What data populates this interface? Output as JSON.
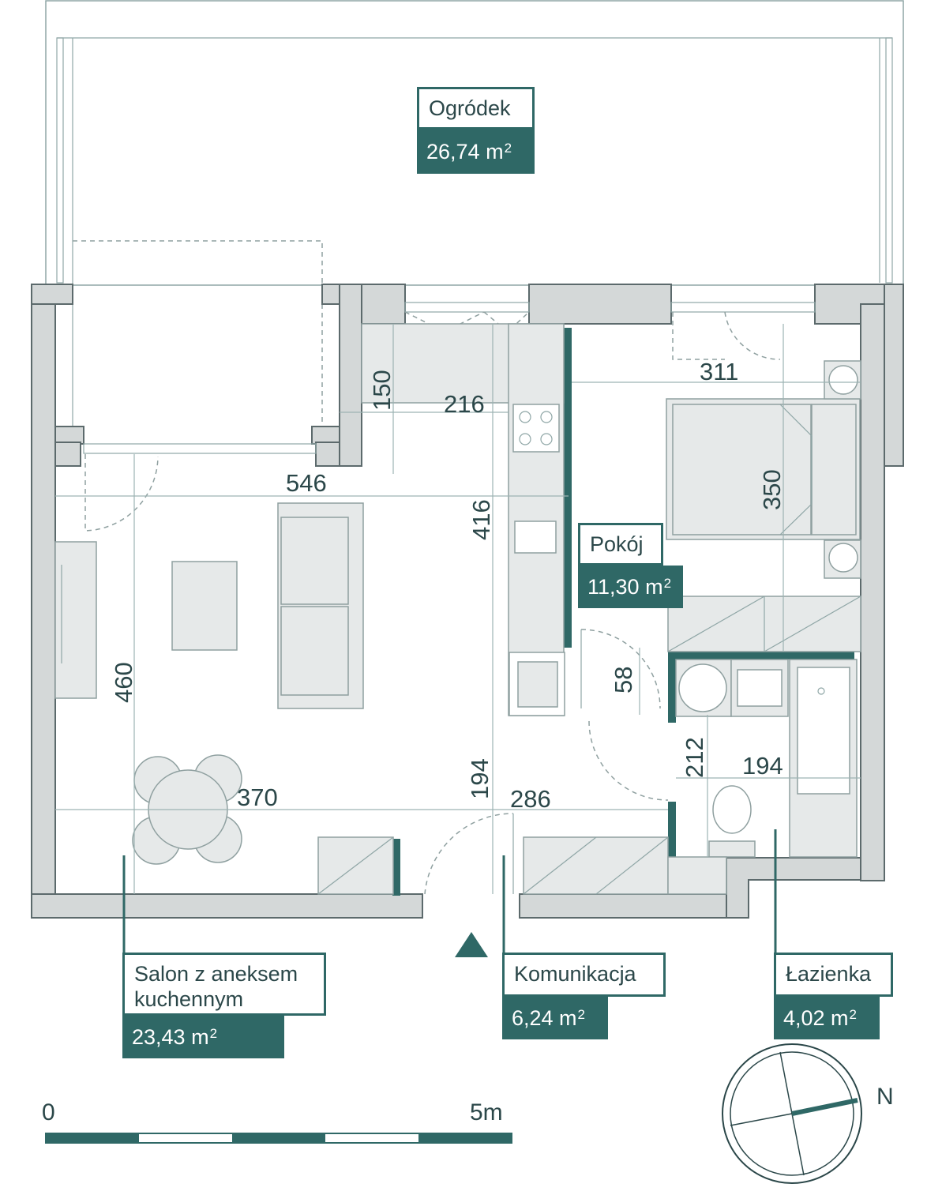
{
  "rooms": [
    {
      "id": "ogrodek",
      "name": "Ogródek",
      "area": "26,74 m",
      "unit_sup": "2"
    },
    {
      "id": "pokoj",
      "name": "Pokój",
      "area": "11,30 m",
      "unit_sup": "2"
    },
    {
      "id": "salon",
      "name": "Salon z aneksem",
      "name_line2": "kuchennym",
      "area": "23,43 m",
      "unit_sup": "2"
    },
    {
      "id": "komunikacja",
      "name": "Komunikacja",
      "area": "6,24 m",
      "unit_sup": "2"
    },
    {
      "id": "lazienka",
      "name": "Łazienka",
      "area": "4,02 m",
      "unit_sup": "2"
    }
  ],
  "dimensions": [
    "150",
    "216",
    "546",
    "416",
    "311",
    "350",
    "58",
    "460",
    "212",
    "194",
    "370",
    "286",
    "194"
  ],
  "scale": {
    "start": "0",
    "end": "5m"
  },
  "compass": {
    "north": "N"
  },
  "colors": {
    "accent": "#2f6866",
    "wall": "#d4d8d8",
    "line": "#8fa6a6"
  },
  "icons": [
    "entrance-arrow-icon",
    "compass-icon"
  ]
}
